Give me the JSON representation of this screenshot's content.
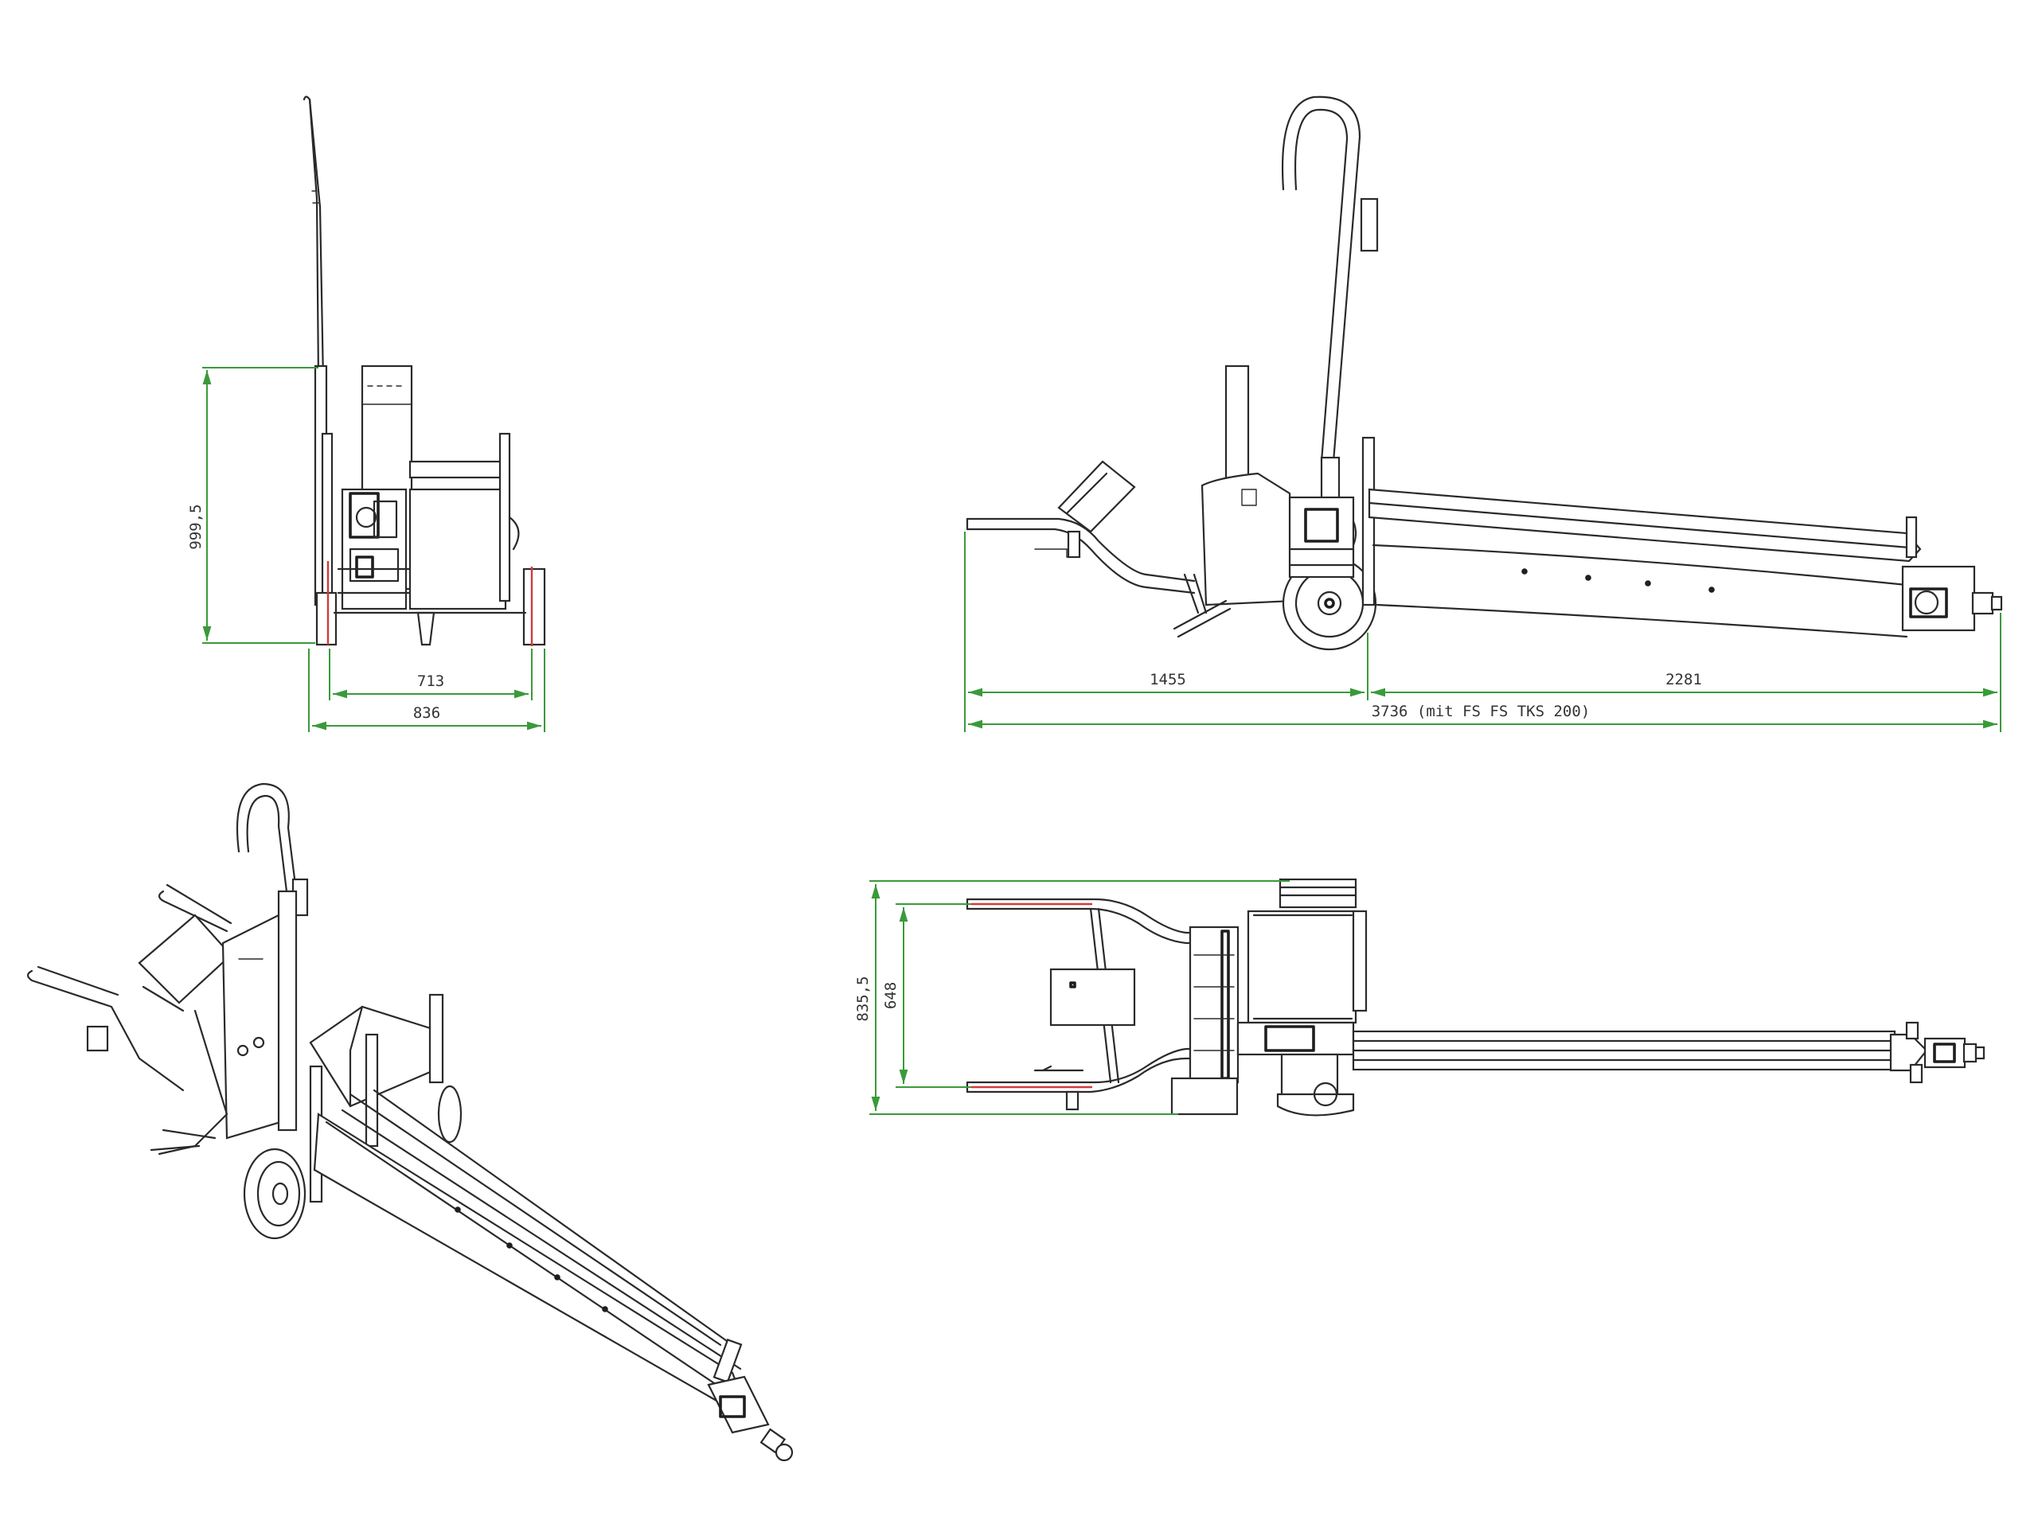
{
  "dimensions": {
    "front_height": "999,5",
    "front_track": "713",
    "front_width": "836",
    "side_front_length": "1455",
    "side_rail_length": "2281",
    "side_total_length": "3736 (mit FS FS TKS 200)",
    "top_outer_width": "835,5",
    "top_inner_width": "648"
  },
  "colors": {
    "dimension_lines": "#3a9a3a",
    "highlight": "#d23a3a",
    "linework": "#2a2a2a"
  }
}
